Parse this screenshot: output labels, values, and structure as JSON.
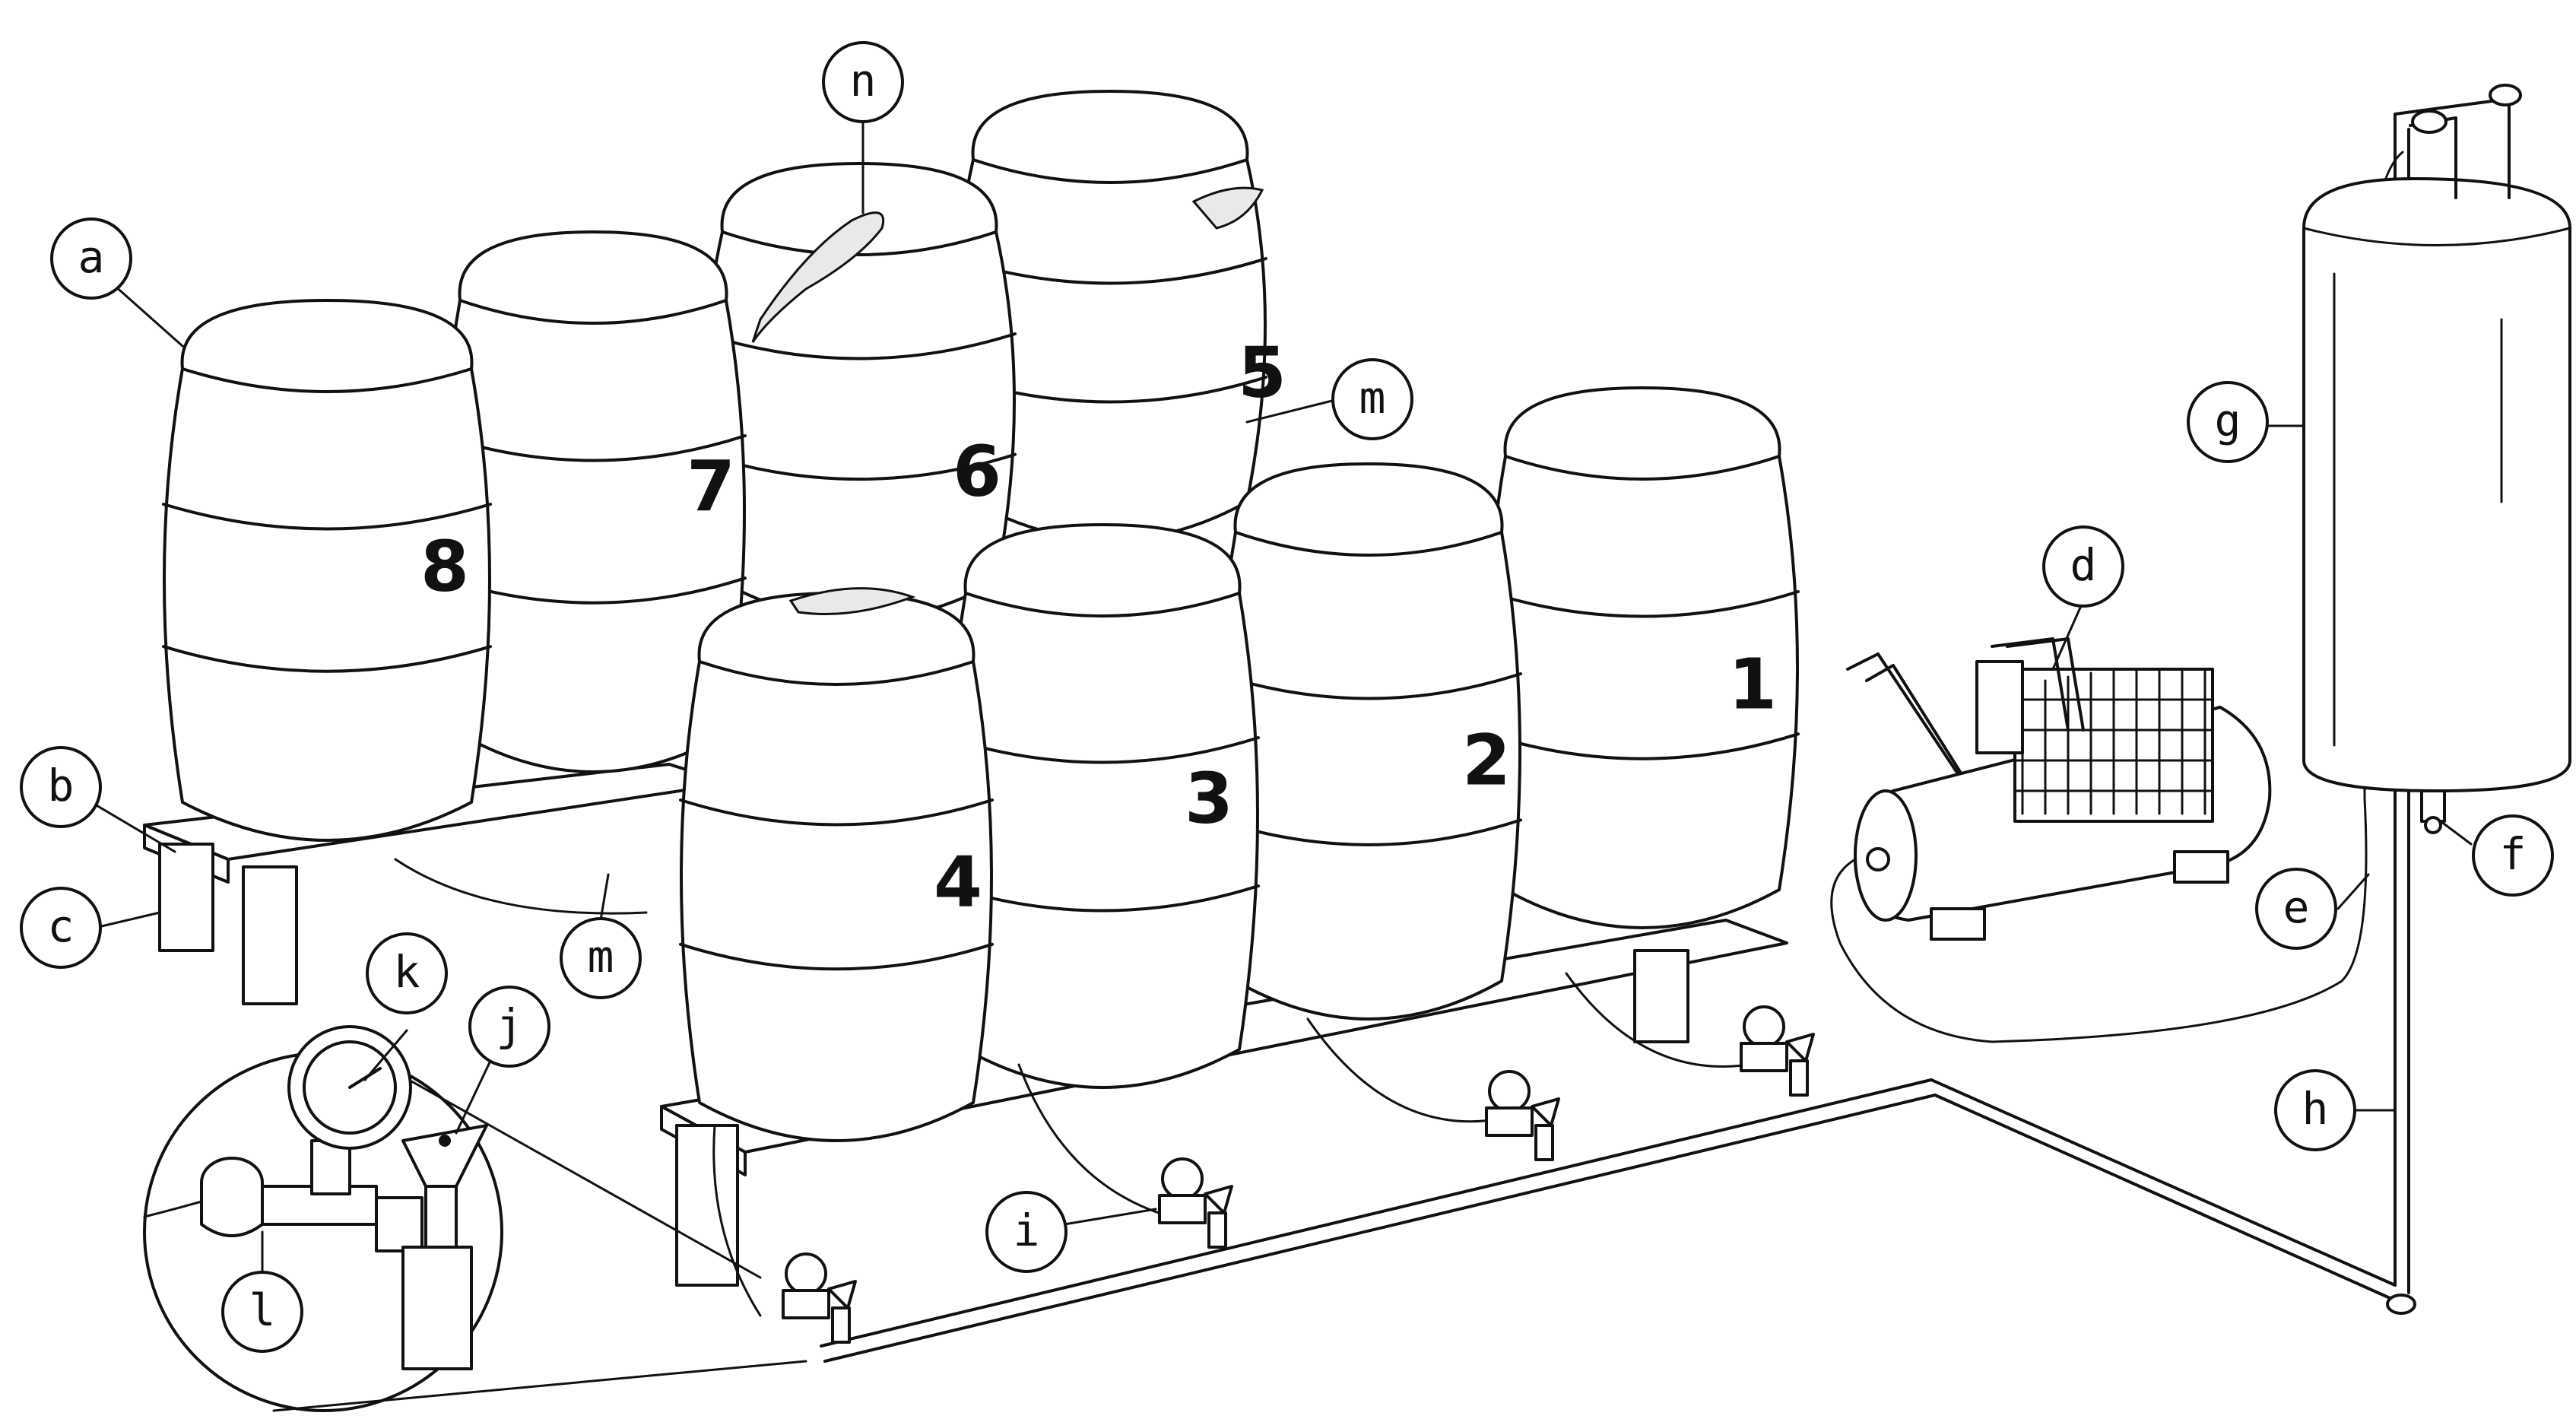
{
  "barrel_numbers": [
    "1",
    "2",
    "3",
    "4",
    "5",
    "6",
    "7",
    "8"
  ],
  "callouts": {
    "a": "a",
    "b": "b",
    "c": "c",
    "d": "d",
    "e": "e",
    "f": "f",
    "g": "g",
    "h": "h",
    "i": "i",
    "j": "j",
    "k": "k",
    "l": "l",
    "m": "m",
    "n": "n"
  },
  "colors": {
    "ink": "#111111",
    "paper": "#ffffff",
    "foam": "#e9e9e9"
  }
}
